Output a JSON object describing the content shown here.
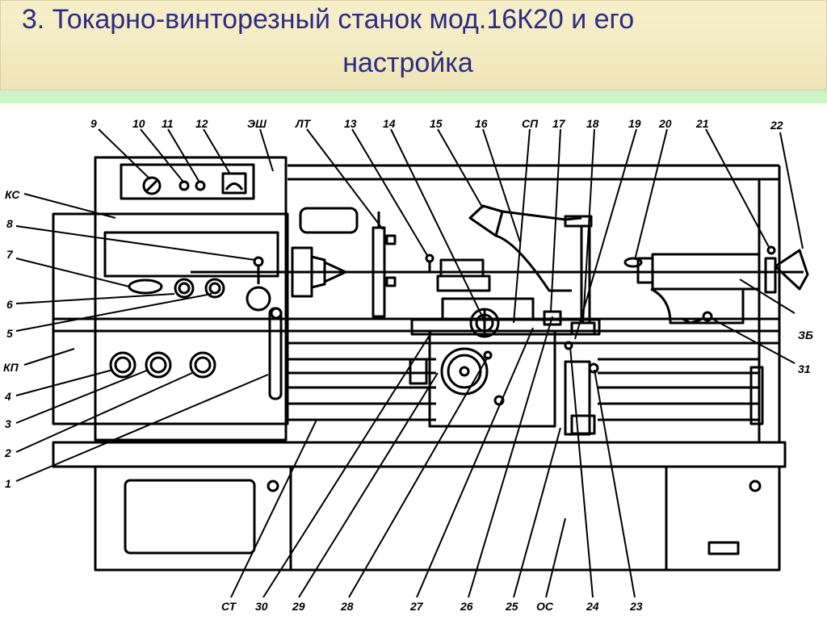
{
  "slide": {
    "title_line1": "3. Токарно-винторезный станок мод.16К20 и его",
    "title_line2": "настройка"
  },
  "colors": {
    "title": "#2c2c86",
    "header_background": "#f3ebc3",
    "header_band": "#ccf4c8",
    "drawing_ink": "#000000"
  },
  "diagram": {
    "callouts": {
      "c9": "9",
      "c10": "10",
      "c11": "11",
      "c12": "12",
      "cESH": "ЭШ",
      "cLT": "ЛТ",
      "c13": "13",
      "c14": "14",
      "c15": "15",
      "c16": "16",
      "cSP": "СП",
      "c17": "17",
      "c18": "18",
      "c19": "19",
      "c20": "20",
      "c21": "21",
      "c22": "22",
      "cKS": "КС",
      "c8": "8",
      "c7": "7",
      "c6": "6",
      "c5": "5",
      "cKP": "КП",
      "c4": "4",
      "c3": "3",
      "c2": "2",
      "c1": "1",
      "cZB": "ЗБ",
      "c31": "31",
      "cST": "СТ",
      "c30": "30",
      "c29": "29",
      "c28": "28",
      "c27": "27",
      "c26": "26",
      "c25": "25",
      "cOS": "ОС",
      "c24": "24",
      "c23": "23"
    }
  }
}
